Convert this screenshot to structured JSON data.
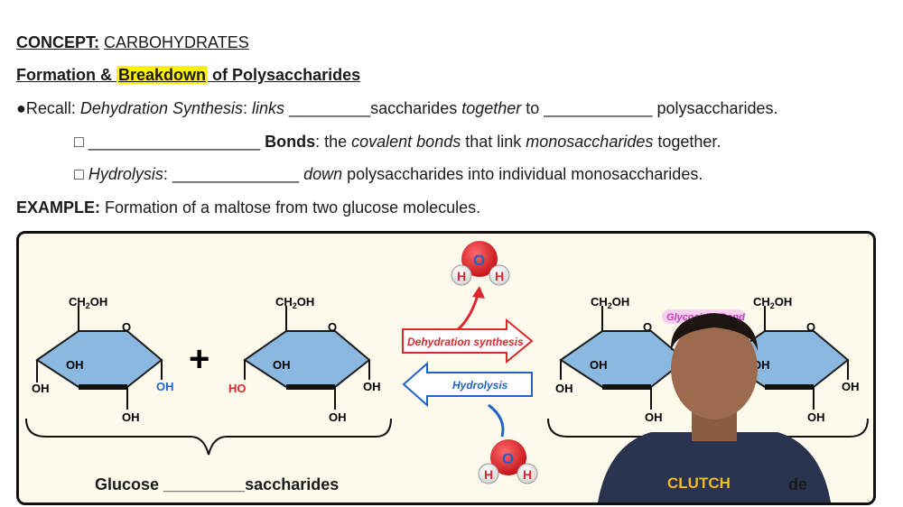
{
  "concept": {
    "label": "CONCEPT:",
    "value": "CARBOHYDRATES"
  },
  "subtitle": {
    "part1": "Formation & ",
    "highlight": "Breakdown",
    "part2": " of Polysaccharides"
  },
  "recall": {
    "bullet": "●Recall: ",
    "term": "Dehydration Synthesis",
    "colon": ": ",
    "links": "links",
    "blank1": " _________",
    "mid": "saccharides ",
    "together": "together",
    "to": " to ",
    "blank2": "____________",
    "end": " polysaccharides."
  },
  "bonds": {
    "box": "□ ",
    "blank": "___________________",
    "label": " Bonds",
    "text1": ": the ",
    "i1": "covalent bonds",
    "text2": " that link ",
    "i2": "monosaccharides",
    "text3": " together."
  },
  "hydrolysis": {
    "box": "□ ",
    "term": "Hydrolysis",
    "colon": ": ",
    "blank": "______________",
    "down": " down",
    "rest": " polysaccharides into individual monosaccharides."
  },
  "example": {
    "label": "EXAMPLE:",
    "text": " Formation of a maltose from two glucose molecules."
  },
  "diagram": {
    "ch2oh": "CH",
    "ch2oh_sub": "2",
    "ch2oh_end": "OH",
    "ring_o": "O",
    "oh": "OH",
    "ho": "HO",
    "plus": "+",
    "water_o": "O",
    "water_h": "H",
    "dehydration": "Dehydration synthesis",
    "hydrolysis": "Hydrolysis",
    "glycosidic": "Glycosidic Bond",
    "glucose_label": "Glucose",
    "glucose_blank": "_________",
    "glucose_end": "saccharides",
    "right_label_end": "de"
  },
  "colors": {
    "ring": "#8ab8e0",
    "ring_stroke": "#1b1b1b",
    "red": "#e0252b",
    "blue": "#1f63c9",
    "pink": "#e35bd4",
    "highlight": "#fff200"
  },
  "presenter": {
    "shirt_logo": "CLUTCH"
  }
}
